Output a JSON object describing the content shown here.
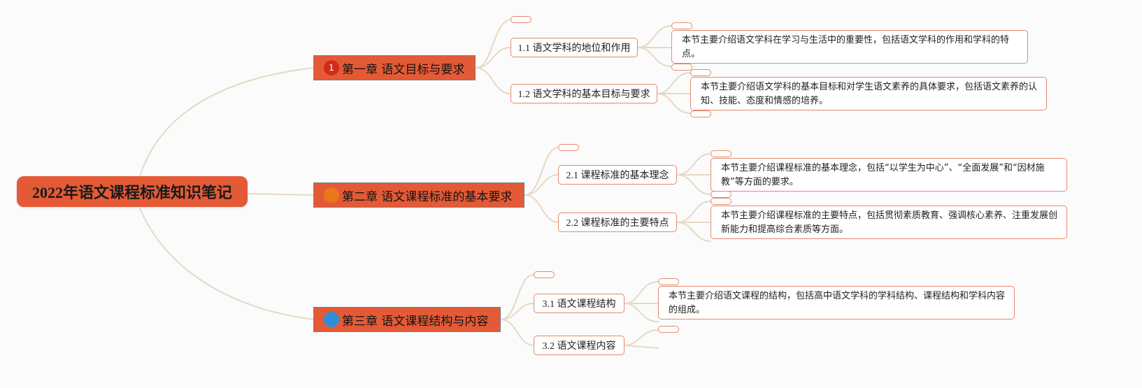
{
  "root": {
    "title": "2022年语文课程标准知识笔记"
  },
  "colors": {
    "accent": "#e45a36",
    "branch_line": "#e6d9c3",
    "node_border": "#e48a6c"
  },
  "chapters": [
    {
      "badge": "1",
      "badge_color": "#d42a1a",
      "title": "第一章 语文目标与要求",
      "sections": [
        {
          "title": "1.1 语文学科的地位和作用",
          "note": "本节主要介绍语文学科在学习与生活中的重要性，包括语文学科的作用和学科的特点。"
        },
        {
          "title": "1.2 语文学科的基本目标与要求",
          "note": "本节主要介绍语文学科的基本目标和对学生语文素养的具体要求，包括语文素养的认知、技能、态度和情感的培养。"
        }
      ]
    },
    {
      "badge": "",
      "badge_color": "#e8781c",
      "title": "第二章 语文课程标准的基本要求",
      "sections": [
        {
          "title": "2.1 课程标准的基本理念",
          "note": "本节主要介绍课程标准的基本理念，包括“以学生为中心”、“全面发展”和“因材施教”等方面的要求。"
        },
        {
          "title": "2.2 课程标准的主要特点",
          "note": "本节主要介绍课程标准的主要特点，包括贯彻素质教育、强调核心素养、注重发展创新能力和提高综合素质等方面。"
        }
      ]
    },
    {
      "badge": "",
      "badge_color": "#2f8fd6",
      "title": "第三章 语文课程结构与内容",
      "sections": [
        {
          "title": "3.1 语文课程结构",
          "note": "本节主要介绍语文课程的结构，包括高中语文学科的学科结构、课程结构和学科内容的组成。"
        },
        {
          "title": "3.2 语文课程内容",
          "note": ""
        }
      ]
    }
  ]
}
